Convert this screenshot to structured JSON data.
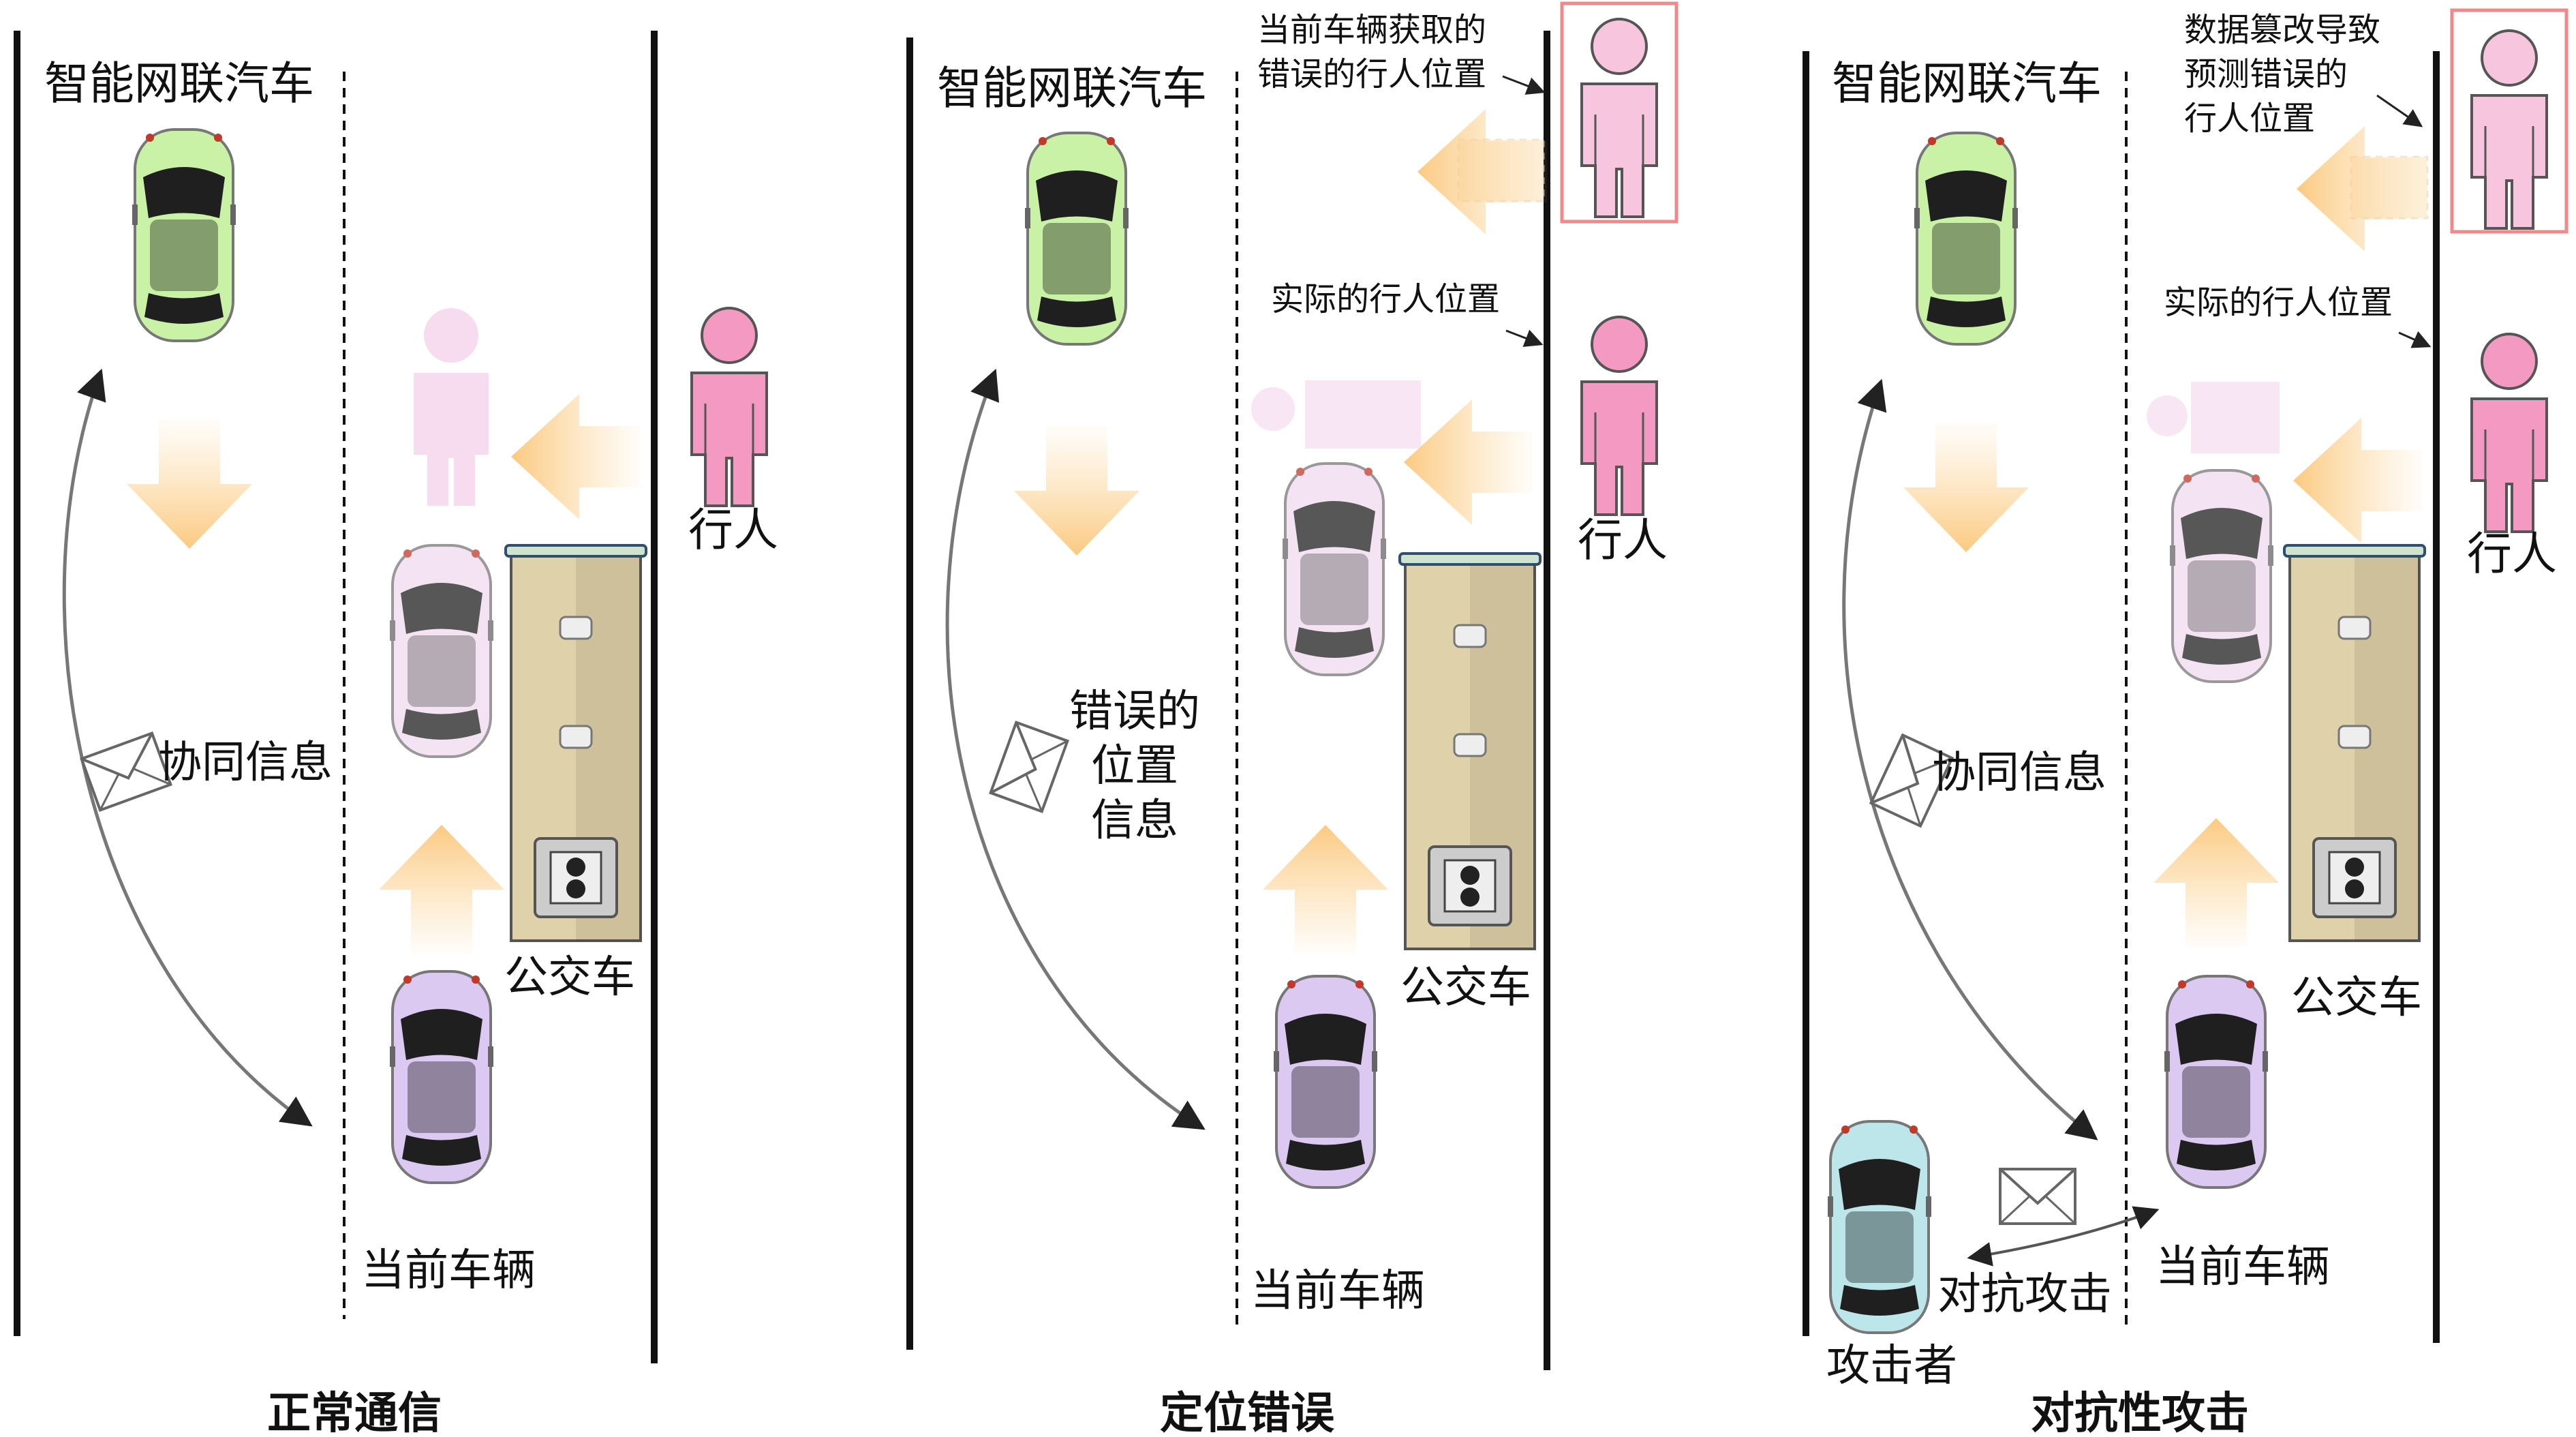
{
  "panels": [
    {
      "caption": "正常通信",
      "cav_label": "智能网联汽车",
      "message_label": "协同信息",
      "bus_label": "公交车",
      "pedestrian_label": "行人",
      "current_vehicle_label": "当前车辆"
    },
    {
      "caption": "定位错误",
      "cav_label": "智能网联汽车",
      "message_label_lines": [
        "错误的",
        "位置",
        "信息"
      ],
      "bus_label": "公交车",
      "pedestrian_label": "行人",
      "current_vehicle_label": "当前车辆",
      "wrong_position_note_lines": [
        "当前车辆获取的",
        "错误的行人位置"
      ],
      "actual_position_note": "实际的行人位置"
    },
    {
      "caption": "对抗性攻击",
      "cav_label": "智能网联汽车",
      "message_label": "协同信息",
      "bus_label": "公交车",
      "pedestrian_label": "行人",
      "current_vehicle_label": "当前车辆",
      "tampered_note_lines": [
        "数据篡改导致",
        "预测错误的",
        "行人位置"
      ],
      "actual_position_note": "实际的行人位置",
      "attack_label": "对抗攻击",
      "attacker_label": "攻击者"
    }
  ],
  "colors": {
    "pedestrian": "#f49ac2",
    "pedestrian_faded": "#f7dcef",
    "cav_body": "#c9f2a6",
    "current_vehicle_body": "#dcc9f2",
    "attacker_body": "#bde6ea",
    "bus_body": "#dfd1a9",
    "arrow": "#fcd69a",
    "highlight_box": "#f08a8a"
  }
}
